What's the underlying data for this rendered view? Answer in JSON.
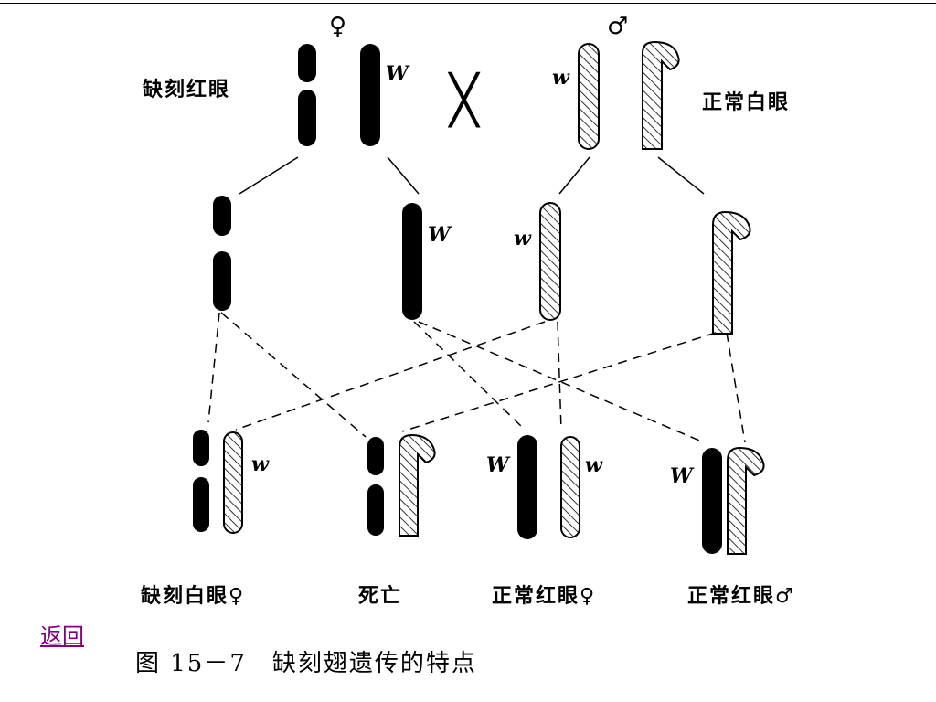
{
  "parents": {
    "female_label": "缺刻红眼",
    "male_label": "正常白眼",
    "female_symbol": "♀",
    "male_symbol": "♂",
    "cross_symbol": "╳"
  },
  "genes": {
    "dominant": "W",
    "recessive": "w"
  },
  "offspring": {
    "labels": [
      "缺刻白眼♀",
      "死亡",
      "正常红眼♀",
      "正常红眼♂"
    ]
  },
  "nav": {
    "back_link": "返回"
  },
  "caption": "图 15－7　缺刻翅遗传的特点",
  "colors": {
    "chromosome_solid": "#000000",
    "link": "#800080",
    "hatch": "#000000"
  }
}
